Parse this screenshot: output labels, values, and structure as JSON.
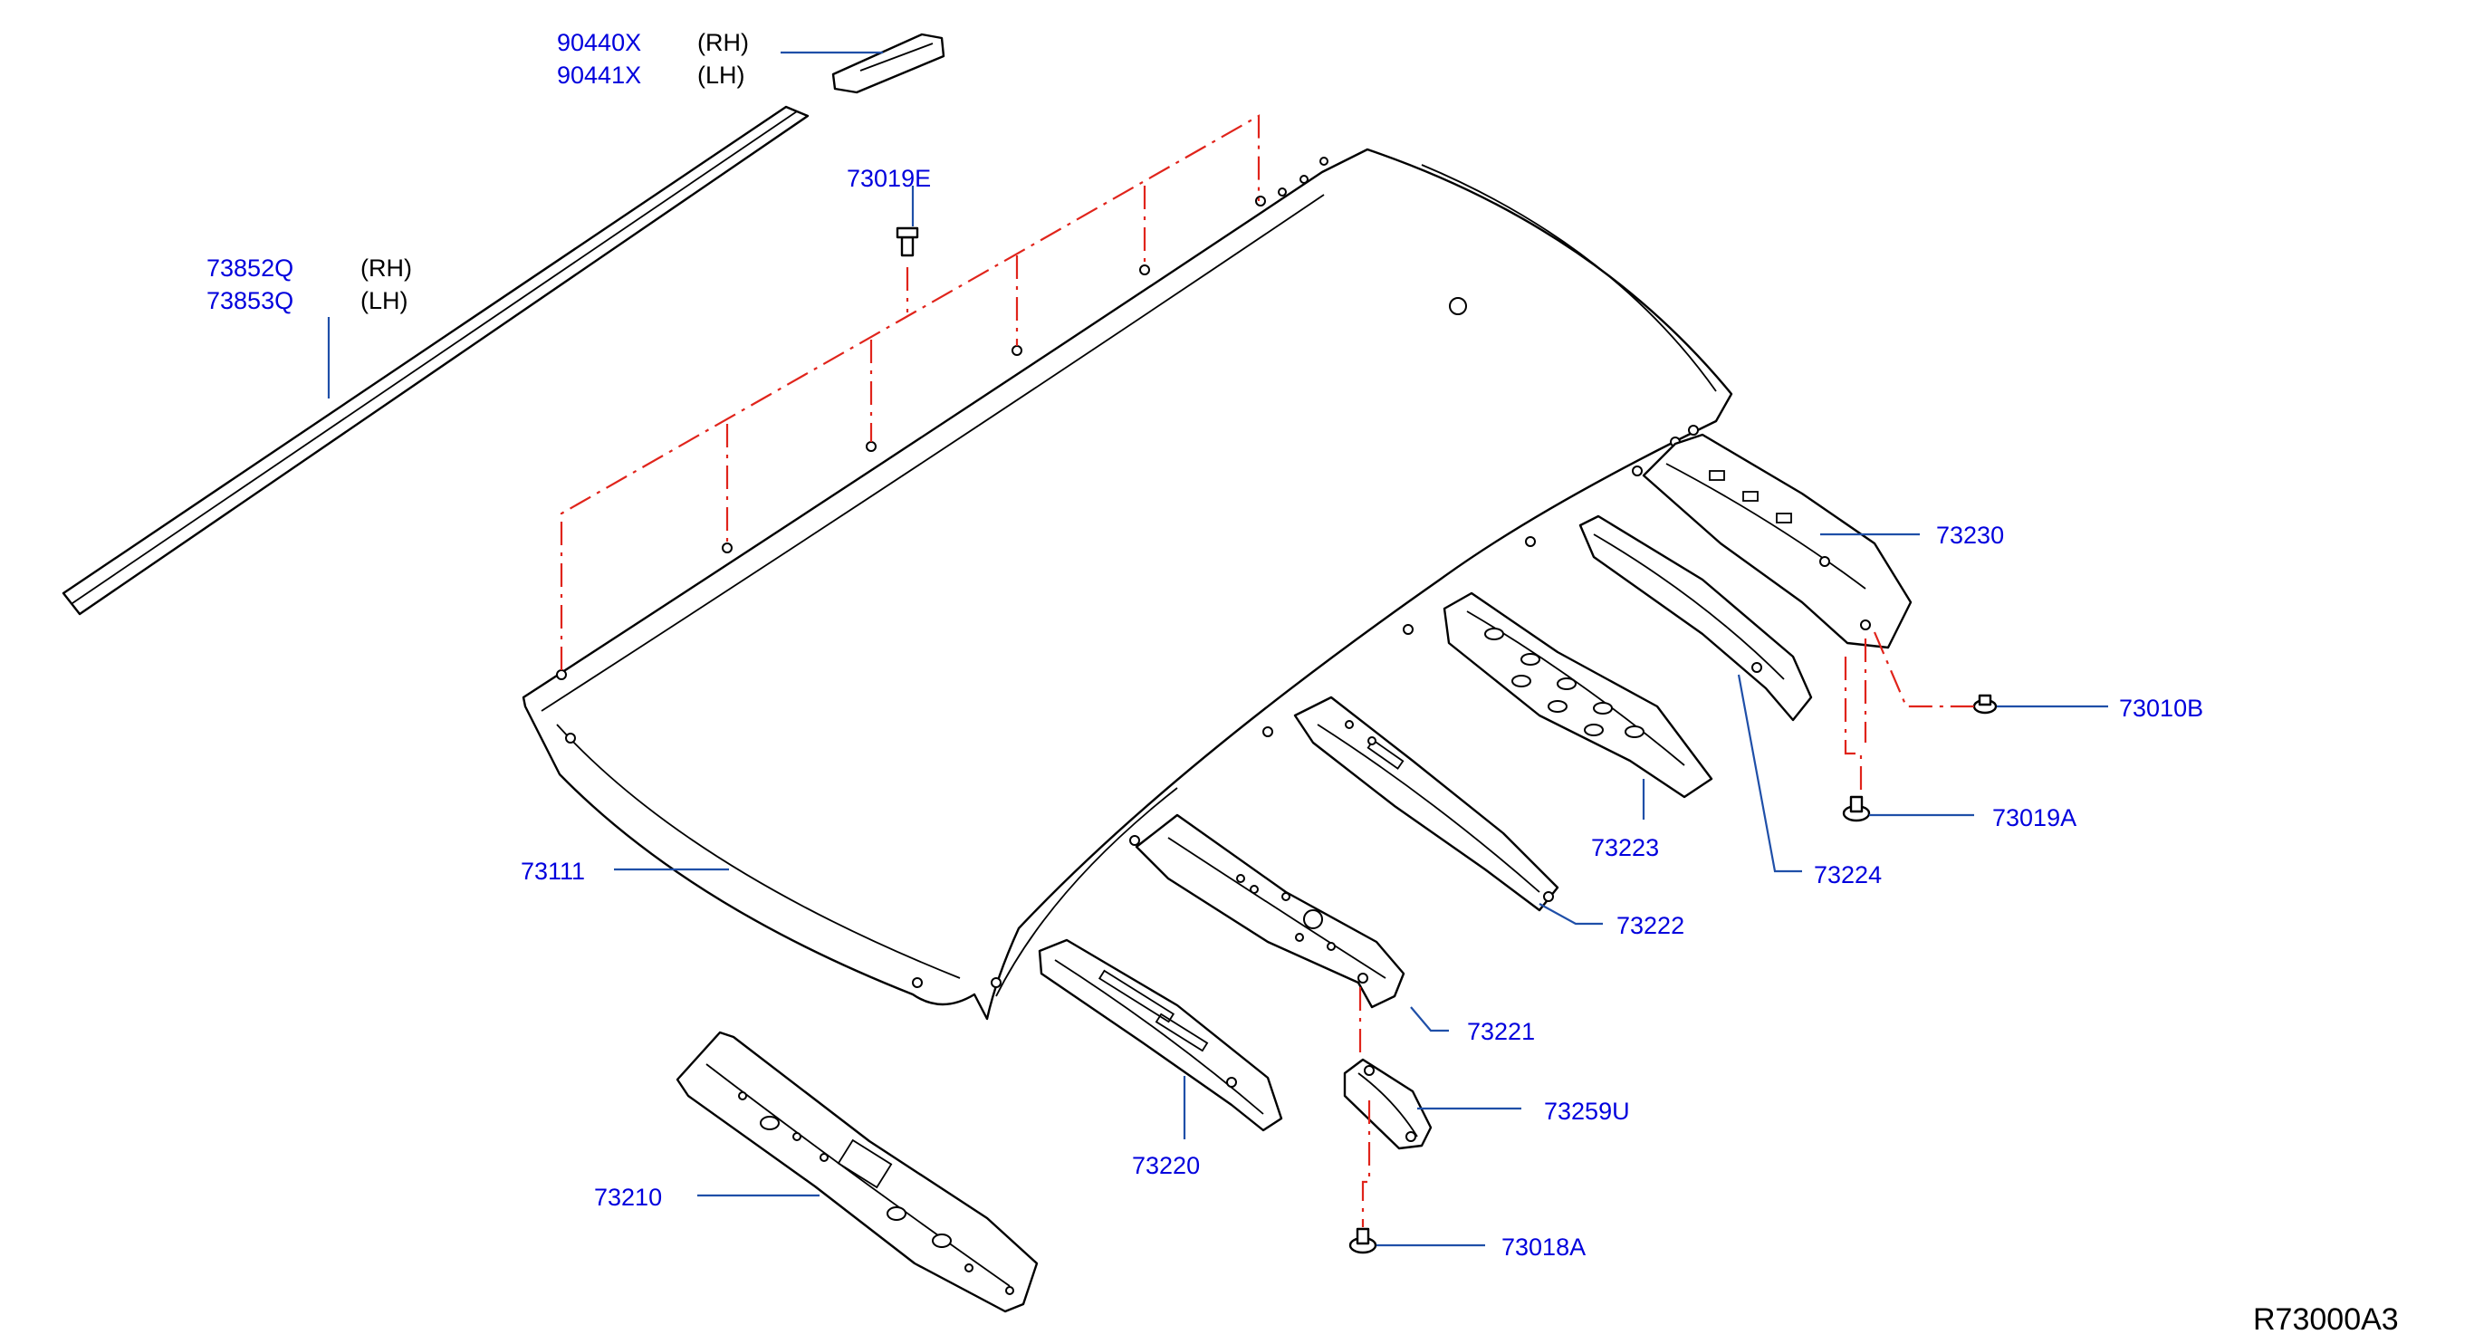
{
  "diagram_ref": "R73000A3",
  "side_labels": {
    "rh": "(RH)",
    "lh": "(LH)"
  },
  "parts": {
    "p90440x": "90440X",
    "p90441x": "90441X",
    "p73852q": "73852Q",
    "p73853q": "73853Q",
    "p73019e": "73019E",
    "p73230": "73230",
    "p73010b": "73010B",
    "p73019a": "73019A",
    "p73111": "73111",
    "p73223": "73223",
    "p73224": "73224",
    "p73222": "73222",
    "p73221": "73221",
    "p73259u": "73259U",
    "p73220": "73220",
    "p73210": "73210",
    "p73018a": "73018A"
  },
  "colors": {
    "part_number": "#0000dd",
    "leader": "#1f4fa8",
    "alignment_line": "#e0241b",
    "outline": "#000000"
  }
}
